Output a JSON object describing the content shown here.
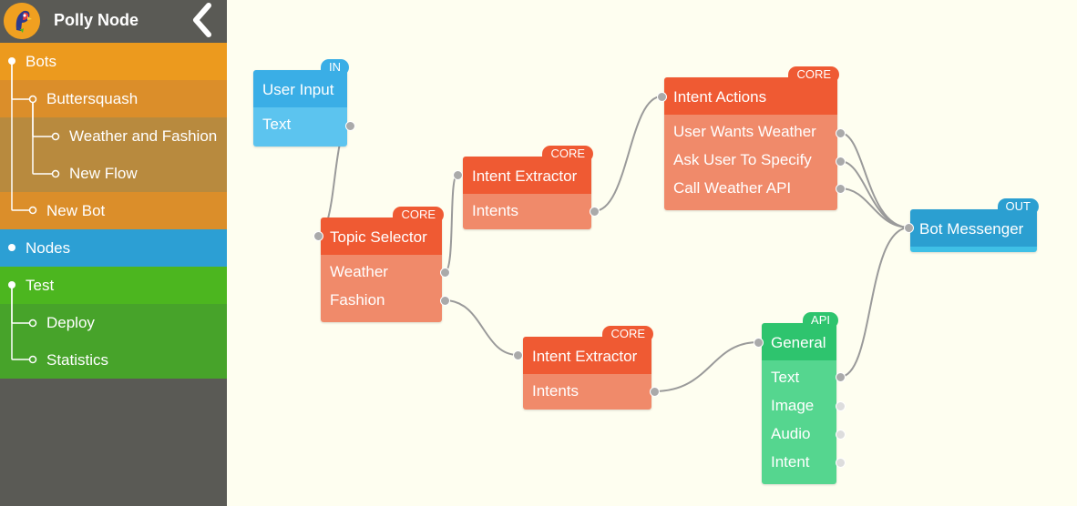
{
  "app": {
    "title": "Polly Node"
  },
  "sidebar": {
    "items": [
      {
        "label": "Bots",
        "color": "#ec9a1e"
      },
      {
        "label": "Buttersquash",
        "color": "#db8e2a"
      },
      {
        "label": "Weather and Fashion",
        "color": "#b88a3e"
      },
      {
        "label": "New Flow",
        "color": "#b88a3e"
      },
      {
        "label": "New Bot",
        "color": "#db8e2a"
      },
      {
        "label": "Nodes",
        "color": "#2c9fd4"
      },
      {
        "label": "Test",
        "color": "#4cb61f"
      },
      {
        "label": "Deploy",
        "color": "#47a32a"
      },
      {
        "label": "Statistics",
        "color": "#47a32a"
      }
    ]
  },
  "nodes": {
    "user_input": {
      "title": "User Input",
      "badge": "IN",
      "ports": [
        "Text"
      ]
    },
    "topic_selector": {
      "title": "Topic Selector",
      "badge": "CORE",
      "ports": [
        "Weather",
        "Fashion"
      ]
    },
    "intent_extractor_1": {
      "title": "Intent Extractor",
      "badge": "CORE",
      "ports": [
        "Intents"
      ]
    },
    "intent_actions": {
      "title": "Intent Actions",
      "badge": "CORE",
      "ports": [
        "User Wants Weather",
        "Ask User To Specify",
        "Call Weather API"
      ]
    },
    "intent_extractor_2": {
      "title": "Intent Extractor",
      "badge": "CORE",
      "ports": [
        "Intents"
      ]
    },
    "general": {
      "title": "General",
      "badge": "API",
      "ports": [
        "Text",
        "Image",
        "Audio",
        "Intent"
      ]
    },
    "bot_messenger": {
      "title": "Bot Messenger",
      "badge": "OUT",
      "ports": []
    }
  },
  "colors": {
    "in_head": "#3aaee6",
    "in_body": "#5cc4ef",
    "core_head": "#ef5a33",
    "core_body": "#f08a6a",
    "api_head": "#2ec46e",
    "api_body": "#55d68f",
    "out_head": "#2b9fd1",
    "canvas_bg": "#fefef0"
  }
}
